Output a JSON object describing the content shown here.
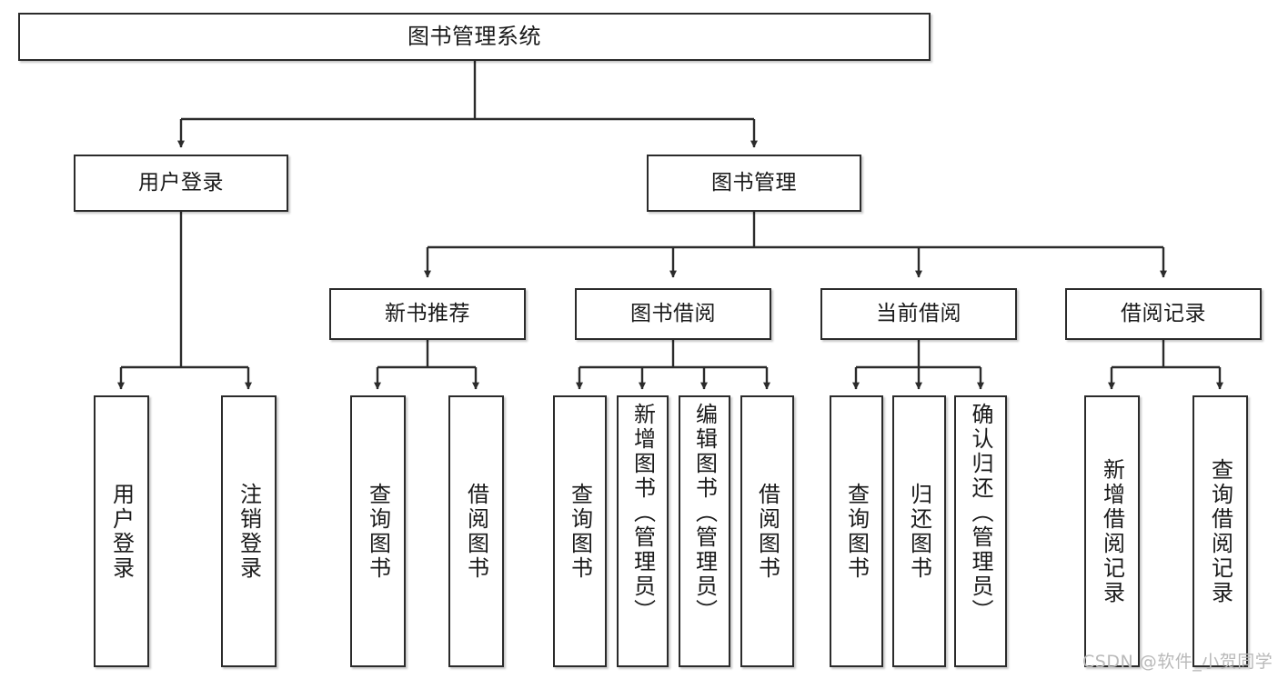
{
  "diagram": {
    "title": "图书管理系统",
    "type": "tree-hierarchy-chart",
    "watermark": "CSDN @软件_小贺同学",
    "colors": {
      "box_border": "#2b2b2b",
      "box_fill": "#ffffff",
      "connector": "#2b2b2b",
      "text": "#1a1a1a",
      "watermark": "#b9b9b9",
      "background": "#ffffff"
    },
    "root": {
      "id": "root",
      "label": "图书管理系统"
    },
    "level1": [
      {
        "id": "user-login",
        "label": "用户登录"
      },
      {
        "id": "book-management",
        "label": "图书管理"
      }
    ],
    "level2": [
      {
        "id": "new-book-recommend",
        "label": "新书推荐",
        "parent": "book-management"
      },
      {
        "id": "book-borrow",
        "label": "图书借阅",
        "parent": "book-management"
      },
      {
        "id": "current-borrow",
        "label": "当前借阅",
        "parent": "book-management"
      },
      {
        "id": "borrow-record",
        "label": "借阅记录",
        "parent": "book-management"
      }
    ],
    "leaves": [
      {
        "id": "leaf-user-login",
        "label": "用户登录",
        "parent": "user-login"
      },
      {
        "id": "leaf-logout",
        "label": "注销登录",
        "parent": "user-login"
      },
      {
        "id": "leaf-query-book-1",
        "label": "查询图书",
        "parent": "new-book-recommend"
      },
      {
        "id": "leaf-borrow-book-1",
        "label": "借阅图书",
        "parent": "new-book-recommend"
      },
      {
        "id": "leaf-query-book-2",
        "label": "查询图书",
        "parent": "book-borrow"
      },
      {
        "id": "leaf-add-book",
        "label": "新增图书（管理员）",
        "parent": "book-borrow"
      },
      {
        "id": "leaf-edit-book",
        "label": "编辑图书（管理员）",
        "parent": "book-borrow"
      },
      {
        "id": "leaf-borrow-book-2",
        "label": "借阅图书",
        "parent": "book-borrow"
      },
      {
        "id": "leaf-query-book-3",
        "label": "查询图书",
        "parent": "current-borrow"
      },
      {
        "id": "leaf-return-book",
        "label": "归还图书",
        "parent": "current-borrow"
      },
      {
        "id": "leaf-confirm-return",
        "label": "确认归还（管理员）",
        "parent": "current-borrow"
      },
      {
        "id": "leaf-add-record",
        "label": "新增借阅记录",
        "parent": "borrow-record"
      },
      {
        "id": "leaf-query-record",
        "label": "查询借阅记录",
        "parent": "borrow-record"
      }
    ]
  }
}
